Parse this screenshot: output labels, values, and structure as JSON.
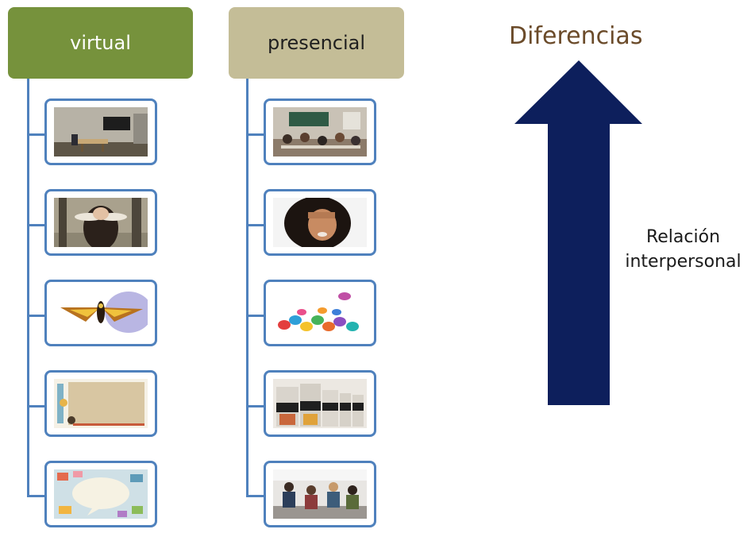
{
  "columns": {
    "virtual": {
      "title": "virtual",
      "color": "#76923c",
      "images": [
        "office-room-image",
        "hands-over-eyes-image",
        "moth-image",
        "paper-frame-image",
        "speech-bubble-collage-image"
      ]
    },
    "presencial": {
      "title": "presencial",
      "color": "#c4bd97",
      "images": [
        "classroom-image",
        "shading-eyes-image",
        "butterflies-image",
        "pencil-jars-image",
        "group-meeting-image"
      ]
    }
  },
  "arrow": {
    "title": "Diferencias",
    "label_line1": "Relación",
    "label_line2": "interpersonal",
    "color": "#0d1f5c"
  },
  "connector_color": "#4f81bd"
}
